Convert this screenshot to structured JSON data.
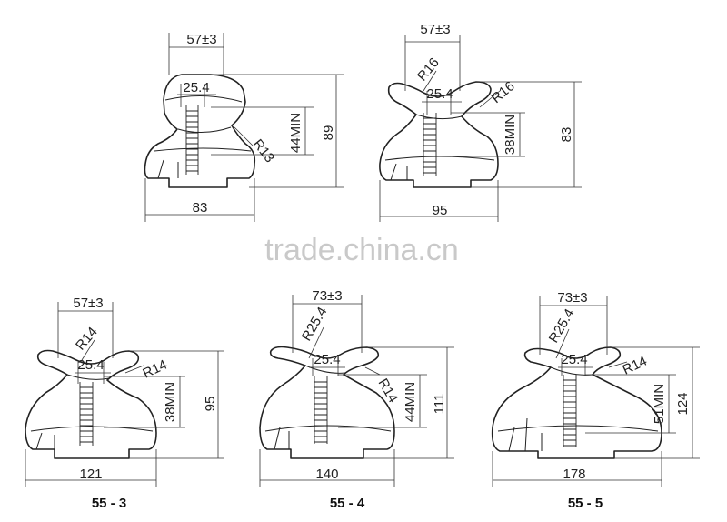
{
  "watermark": "trade.china.cn",
  "insulators": [
    {
      "model": "",
      "dims": {
        "top_width": "57±3",
        "hole": "25.4",
        "radius": "R13",
        "thread_min": "44MIN",
        "height": "89",
        "base": "83"
      }
    },
    {
      "model": "",
      "dims": {
        "top_width": "57±3",
        "hole": "25.4",
        "radius_top": "R16",
        "radius_side": "R16",
        "thread_min": "38MIN",
        "height": "83",
        "base": "95"
      }
    },
    {
      "model": "55 - 3",
      "dims": {
        "top_width": "57±3",
        "hole": "25.4",
        "radius_top": "R14",
        "radius_side": "R14",
        "thread_min": "38MIN",
        "height": "95",
        "base": "121"
      }
    },
    {
      "model": "55 - 4",
      "dims": {
        "top_width": "73±3",
        "hole": "25.4",
        "radius_top": "R25.4",
        "radius_side": "R14",
        "thread_min": "44MIN",
        "height": "111",
        "base": "140"
      }
    },
    {
      "model": "55 - 5",
      "dims": {
        "top_width": "73±3",
        "hole": "25.4",
        "radius_top": "R25.4",
        "radius_side": "R14",
        "thread_min": "51MIN",
        "height": "124",
        "base": "178"
      }
    }
  ]
}
